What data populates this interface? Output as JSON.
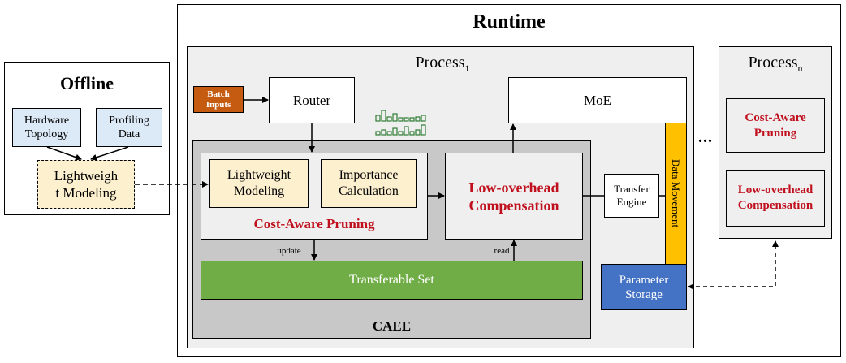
{
  "offline": {
    "title": "Offline",
    "hardware_topology": "Hardware Topology",
    "profiling_data": "Profiling Data",
    "lightweight_modeling_line1": "Lightweigh",
    "lightweight_modeling_line2": "t Modeling"
  },
  "runtime": {
    "title": "Runtime",
    "process1_label": "Process",
    "process1_sub": "1",
    "batch_inputs": "Batch Inputs",
    "router": "Router",
    "moe": "MoE",
    "caee": {
      "label": "CAEE",
      "lightweight_modeling": "Lightweight Modeling",
      "importance_calculation": "Importance Calculation",
      "cost_aware_pruning": "Cost-Aware Pruning",
      "low_overhead_compensation": "Low-overhead Compensation",
      "transferable_set": "Transferable Set",
      "update_label": "update",
      "read_label": "read"
    },
    "transfer_engine": "Transfer Engine",
    "data_movement": "Data Movement",
    "parameter_storage": "Parameter Storage",
    "ellipsis": "...",
    "processn_label": "Process",
    "processn_sub": "n",
    "processn_cost_aware_pruning": "Cost-Aware Pruning",
    "processn_low_overhead_compensation": "Low-overhead Compensation"
  },
  "colors": {
    "light_blue": "#dce9f7",
    "light_yellow": "#fdf0cf",
    "gray_panel": "#efefef",
    "caee_gray": "#c8c8c8",
    "green": "#70ad47",
    "orange": "#c55a11",
    "yellow": "#ffc000",
    "blue": "#4472c4",
    "red": "#c0101e"
  }
}
